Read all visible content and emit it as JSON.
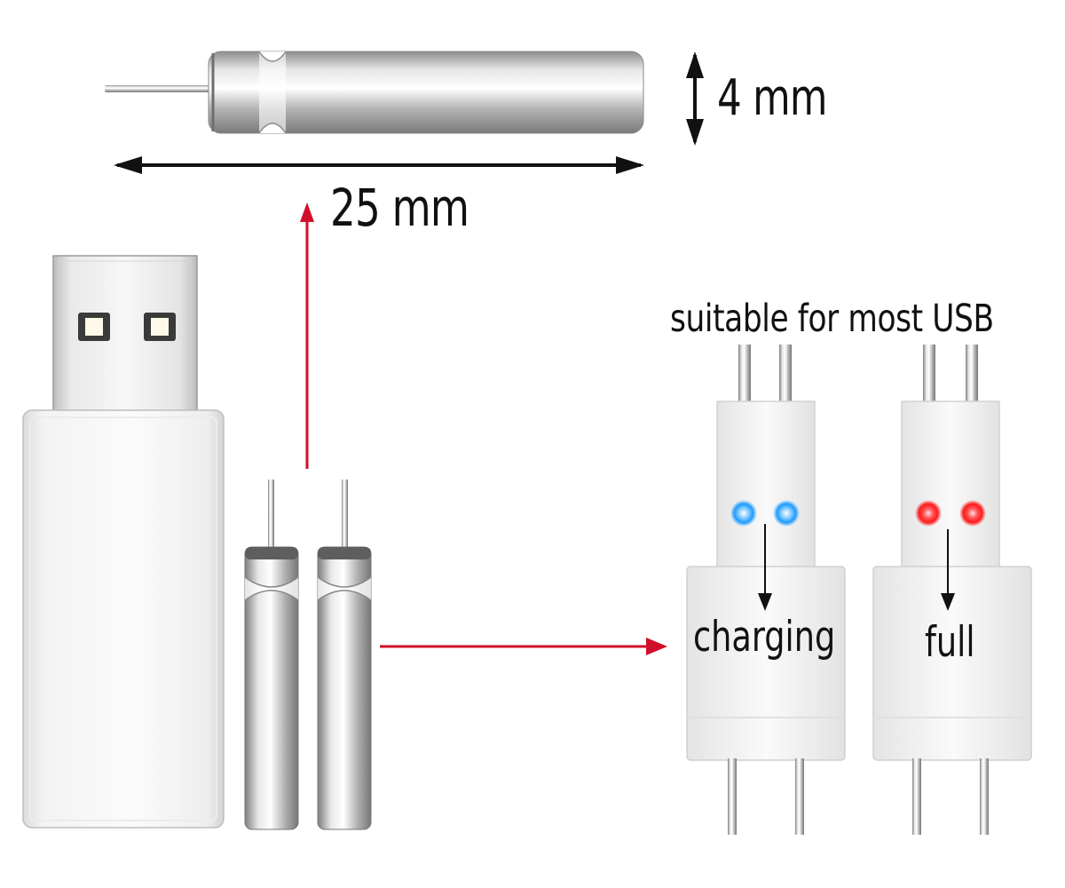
{
  "dimensions": {
    "length_label": "25 mm",
    "diameter_label": "4 mm"
  },
  "compatibility": {
    "text": "suitable for most USB"
  },
  "indicators": [
    {
      "state_label": "charging",
      "led_color": "#1e9bff"
    },
    {
      "state_label": "full",
      "led_color": "#ff1a1a"
    }
  ],
  "colors": {
    "accent_arrow": "#d0102a",
    "dimension_arrow": "#111111",
    "metal": "#c8c8c8",
    "plastic": "#f2f2f2"
  }
}
